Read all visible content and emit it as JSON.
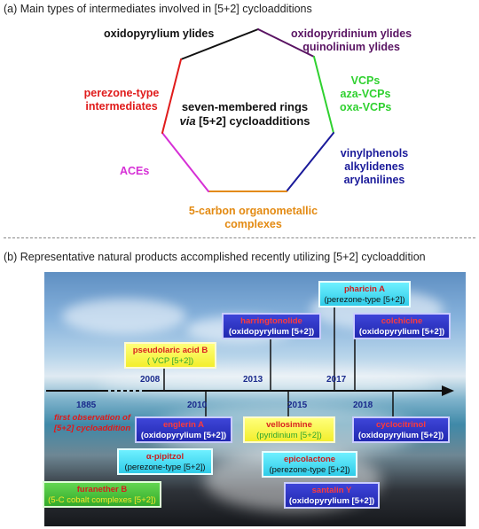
{
  "section_a": {
    "title": "(a) Main types of intermediates involved in [5+2] cycloadditions",
    "center_line1": "seven-membered rings",
    "center_via": "via",
    "center_line2_rest": " [5+2] cycloadditions",
    "labels": [
      {
        "id": "top",
        "lines": [
          "oxidopyrylium ylides"
        ],
        "color": "#111111"
      },
      {
        "id": "top-right",
        "lines": [
          "oxidopyridinium ylides",
          "quinolinium ylides"
        ],
        "color": "#5a1463"
      },
      {
        "id": "right",
        "lines": [
          "VCPs",
          "aza-VCPs",
          "oxa-VCPs"
        ],
        "color": "#2fd12f"
      },
      {
        "id": "bottom-right",
        "lines": [
          "vinylphenols",
          "alkylidenes",
          "arylanilines"
        ],
        "color": "#1a1a9a"
      },
      {
        "id": "bottom",
        "lines": [
          "5-carbon organometallic",
          "complexes"
        ],
        "color": "#e38a12"
      },
      {
        "id": "bottom-left",
        "lines": [
          "ACEs"
        ],
        "color": "#d630d6"
      },
      {
        "id": "left",
        "lines": [
          "perezone-type",
          "intermediates"
        ],
        "color": "#e01b1b"
      }
    ],
    "edge_colors": [
      "#111111",
      "#5a1463",
      "#2fd12f",
      "#1a1a9a",
      "#e38a12",
      "#d630d6",
      "#e01b1b"
    ]
  },
  "section_b": {
    "title": "(b) Representative natural products accomplished recently utilizing [5+2] cycloaddition",
    "years": [
      "1885",
      "2008",
      "2010",
      "2013",
      "2015",
      "2017",
      "2018"
    ],
    "first_note": [
      "first observation of",
      "[5+2] cycloaddition"
    ],
    "boxes": [
      {
        "id": "pharicin-a",
        "name": "pharicin A",
        "type": "(perezone-type [5+2])",
        "style": "cyan"
      },
      {
        "id": "harringtonolide",
        "name": "harringtonolide",
        "type": "(oxidopyrylium [5+2])",
        "style": "blue"
      },
      {
        "id": "colchicine",
        "name": "colchicine",
        "type": "(oxidopyrylium [5+2])",
        "style": "blue"
      },
      {
        "id": "pseudolaric-acid-b",
        "name": "pseudolaric acid B",
        "type": "( VCP [5+2])",
        "style": "yellow"
      },
      {
        "id": "englerin-a",
        "name": "englerin A",
        "type": "(oxidopyrylium [5+2])",
        "style": "blue"
      },
      {
        "id": "vellosimine",
        "name": "vellosimine",
        "type": "(pyridinium [5+2])",
        "style": "yellow"
      },
      {
        "id": "cyclocitrinol",
        "name": "cyclocitrinol",
        "type": "(oxidopyrylium [5+2])",
        "style": "blue"
      },
      {
        "id": "alpha-pipitzol",
        "name": "α-pipitzol",
        "type": "(perezone-type [5+2])",
        "style": "cyan"
      },
      {
        "id": "epicolactone",
        "name": "epicolactone",
        "type": "(perezone-type [5+2])",
        "style": "cyan"
      },
      {
        "id": "furanether-b",
        "name": "furanether B",
        "type": "(5-C cobalt complexes [5+2])",
        "style": "green"
      },
      {
        "id": "santalin-y",
        "name": "santalin Y",
        "type": "(oxidopyrylium [5+2])",
        "style": "blue"
      }
    ]
  }
}
